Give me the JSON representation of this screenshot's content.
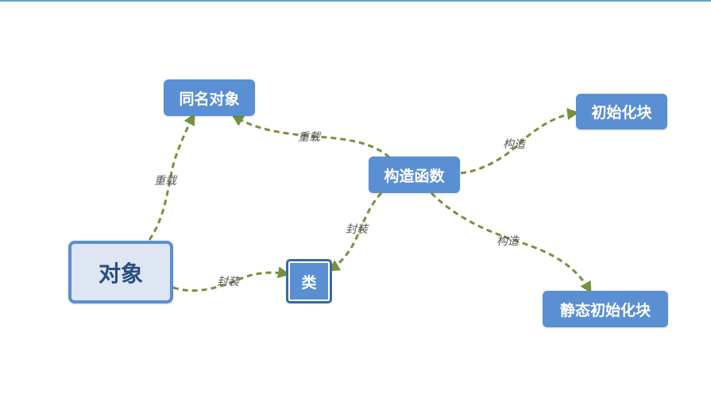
{
  "nodes": {
    "object": "对象",
    "class": "类",
    "same_name_object": "同名对象",
    "constructor": "构造函数",
    "init_block": "初始化块",
    "static_init_block": "静态初始化块"
  },
  "edges": {
    "object_to_same_name": "重载",
    "object_to_class": "封装",
    "constructor_to_same_name": "重载",
    "constructor_to_class": "封装",
    "constructor_to_init_block": "构造",
    "constructor_to_static_init_block": "构造"
  },
  "colors": {
    "node_fill": "#5a8fd4",
    "root_fill": "#dde6f2",
    "edge": "#76913d",
    "top_border": "#5aa6c7"
  }
}
